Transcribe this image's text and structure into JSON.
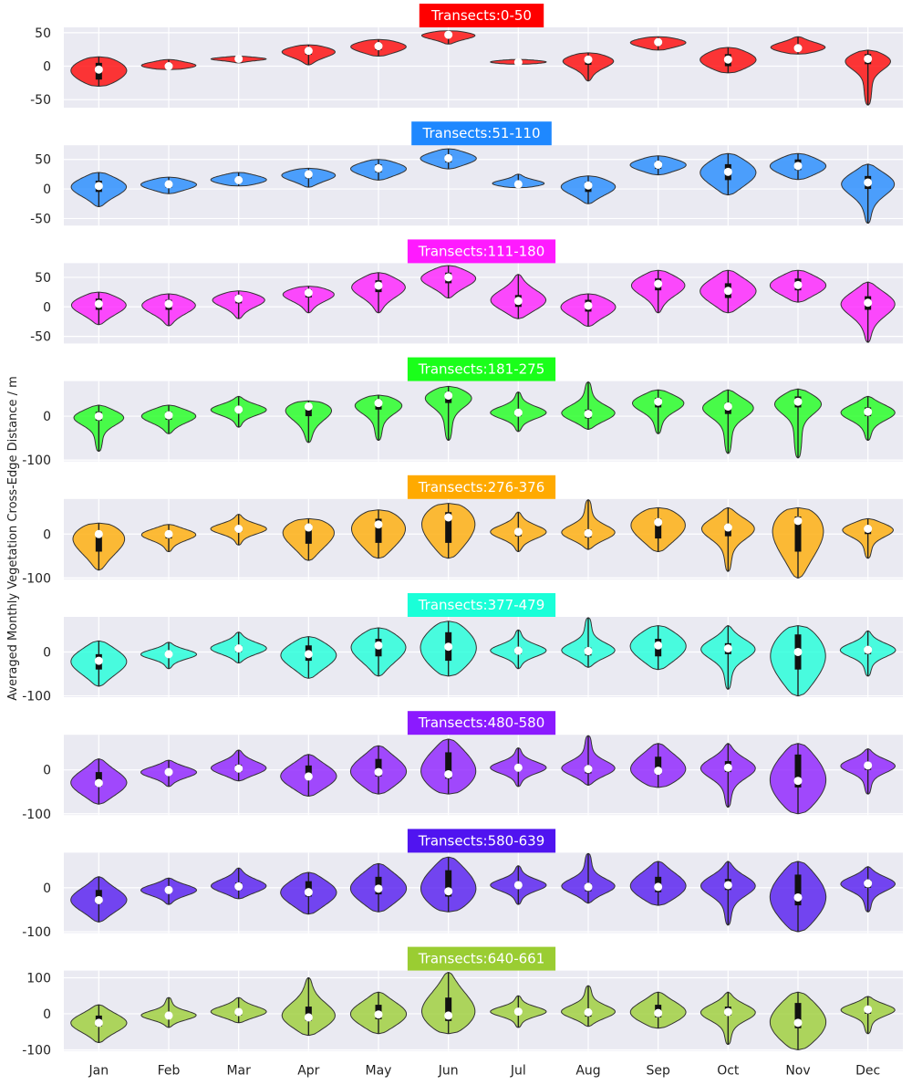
{
  "figure": {
    "ylabel": "Averaged Monthly Vegetation Cross-Edge Distance / m",
    "background": "#eaeaf2",
    "grid_color": "#ffffff"
  },
  "chart_data": {
    "type": "violin",
    "categories": [
      "Jan",
      "Feb",
      "Mar",
      "Apr",
      "May",
      "Jun",
      "Jul",
      "Aug",
      "Sep",
      "Oct",
      "Nov",
      "Dec"
    ],
    "panels": [
      {
        "title": "Transects:0-50",
        "color": "#ff0000",
        "ylim": [
          -62,
          58
        ],
        "yticks": [
          -50,
          0,
          50
        ],
        "series": [
          {
            "min": -30,
            "max": 14,
            "median": -5,
            "q1": -20,
            "q3": 5
          },
          {
            "min": -5,
            "max": 10,
            "median": 0,
            "q1": -2,
            "q3": 5
          },
          {
            "min": 5,
            "max": 15,
            "median": 11,
            "q1": 9,
            "q3": 12
          },
          {
            "min": 2,
            "max": 32,
            "median": 23,
            "q1": 17,
            "q3": 27
          },
          {
            "min": 15,
            "max": 40,
            "median": 30,
            "q1": 24,
            "q3": 35
          },
          {
            "min": 33,
            "max": 53,
            "median": 47,
            "q1": 43,
            "q3": 50
          },
          {
            "min": 3,
            "max": 10,
            "median": 6,
            "q1": 4,
            "q3": 8
          },
          {
            "min": -22,
            "max": 20,
            "median": 10,
            "q1": 2,
            "q3": 14
          },
          {
            "min": 24,
            "max": 44,
            "median": 36,
            "q1": 31,
            "q3": 40
          },
          {
            "min": -10,
            "max": 28,
            "median": 10,
            "q1": 0,
            "q3": 18
          },
          {
            "min": 18,
            "max": 44,
            "median": 27,
            "q1": 23,
            "q3": 32
          },
          {
            "min": -58,
            "max": 24,
            "median": 11,
            "q1": 3,
            "q3": 18
          }
        ]
      },
      {
        "title": "Transects:51-110",
        "color": "#1e88ff",
        "ylim": [
          -62,
          74
        ],
        "yticks": [
          -50,
          0,
          50
        ],
        "series": [
          {
            "min": -30,
            "max": 28,
            "median": 5,
            "q1": -5,
            "q3": 14
          },
          {
            "min": -8,
            "max": 20,
            "median": 8,
            "q1": 2,
            "q3": 13
          },
          {
            "min": 5,
            "max": 28,
            "median": 15,
            "q1": 10,
            "q3": 20
          },
          {
            "min": 3,
            "max": 35,
            "median": 25,
            "q1": 18,
            "q3": 30
          },
          {
            "min": 15,
            "max": 50,
            "median": 35,
            "q1": 28,
            "q3": 42
          },
          {
            "min": 34,
            "max": 68,
            "median": 52,
            "q1": 45,
            "q3": 58
          },
          {
            "min": 2,
            "max": 25,
            "median": 8,
            "q1": 5,
            "q3": 12
          },
          {
            "min": -25,
            "max": 22,
            "median": 6,
            "q1": -5,
            "q3": 12
          },
          {
            "min": 24,
            "max": 56,
            "median": 41,
            "q1": 34,
            "q3": 47
          },
          {
            "min": -10,
            "max": 60,
            "median": 29,
            "q1": 15,
            "q3": 42
          },
          {
            "min": 16,
            "max": 60,
            "median": 39,
            "q1": 32,
            "q3": 50
          },
          {
            "min": -58,
            "max": 42,
            "median": 11,
            "q1": 0,
            "q3": 22
          }
        ]
      },
      {
        "title": "Transects:111-180",
        "color": "#ff1aff",
        "ylim": [
          -62,
          74
        ],
        "yticks": [
          -50,
          0,
          50
        ],
        "series": [
          {
            "min": -30,
            "max": 25,
            "median": 5,
            "q1": -5,
            "q3": 14
          },
          {
            "min": -32,
            "max": 22,
            "median": 5,
            "q1": -5,
            "q3": 12
          },
          {
            "min": -20,
            "max": 27,
            "median": 14,
            "q1": 6,
            "q3": 20
          },
          {
            "min": -10,
            "max": 35,
            "median": 24,
            "q1": 16,
            "q3": 30
          },
          {
            "min": -10,
            "max": 58,
            "median": 36,
            "q1": 25,
            "q3": 45
          },
          {
            "min": 15,
            "max": 70,
            "median": 50,
            "q1": 40,
            "q3": 58
          },
          {
            "min": -20,
            "max": 55,
            "median": 10,
            "q1": 0,
            "q3": 20
          },
          {
            "min": -33,
            "max": 22,
            "median": 2,
            "q1": -8,
            "q3": 12
          },
          {
            "min": -10,
            "max": 62,
            "median": 39,
            "q1": 28,
            "q3": 48
          },
          {
            "min": -10,
            "max": 62,
            "median": 27,
            "q1": 15,
            "q3": 40
          },
          {
            "min": 8,
            "max": 62,
            "median": 37,
            "q1": 28,
            "q3": 48
          },
          {
            "min": -60,
            "max": 42,
            "median": 7,
            "q1": -5,
            "q3": 18
          }
        ]
      },
      {
        "title": "Transects:181-275",
        "color": "#1aff1a",
        "ylim": [
          -103,
          80
        ],
        "yticks": [
          -100,
          0
        ],
        "series": [
          {
            "min": -80,
            "max": 25,
            "median": 0,
            "q1": -10,
            "q3": 10
          },
          {
            "min": -40,
            "max": 25,
            "median": 2,
            "q1": -8,
            "q3": 10
          },
          {
            "min": -25,
            "max": 45,
            "median": 15,
            "q1": 8,
            "q3": 22
          },
          {
            "min": -60,
            "max": 35,
            "median": 22,
            "q1": 0,
            "q3": 28
          },
          {
            "min": -55,
            "max": 48,
            "median": 30,
            "q1": 15,
            "q3": 38
          },
          {
            "min": -55,
            "max": 68,
            "median": 47,
            "q1": 30,
            "q3": 55
          },
          {
            "min": -35,
            "max": 55,
            "median": 8,
            "q1": 0,
            "q3": 15
          },
          {
            "min": -30,
            "max": 78,
            "median": 5,
            "q1": -5,
            "q3": 15
          },
          {
            "min": -40,
            "max": 60,
            "median": 33,
            "q1": 20,
            "q3": 42
          },
          {
            "min": -85,
            "max": 60,
            "median": 22,
            "q1": 5,
            "q3": 30
          },
          {
            "min": -95,
            "max": 62,
            "median": 33,
            "q1": 20,
            "q3": 45
          },
          {
            "min": -55,
            "max": 45,
            "median": 10,
            "q1": 0,
            "q3": 20
          }
        ]
      },
      {
        "title": "Transects:276-376",
        "color": "#ffaa00",
        "ylim": [
          -103,
          80
        ],
        "yticks": [
          -100,
          0
        ],
        "series": [
          {
            "min": -82,
            "max": 25,
            "median": 0,
            "q1": -40,
            "q3": 5
          },
          {
            "min": -40,
            "max": 22,
            "median": 0,
            "q1": -10,
            "q3": 5
          },
          {
            "min": -25,
            "max": 45,
            "median": 12,
            "q1": 5,
            "q3": 18
          },
          {
            "min": -60,
            "max": 35,
            "median": 15,
            "q1": -22,
            "q3": 22
          },
          {
            "min": -55,
            "max": 55,
            "median": 22,
            "q1": -20,
            "q3": 35
          },
          {
            "min": -55,
            "max": 70,
            "median": 38,
            "q1": -20,
            "q3": 50
          },
          {
            "min": -40,
            "max": 50,
            "median": 5,
            "q1": -5,
            "q3": 12
          },
          {
            "min": -35,
            "max": 78,
            "median": 2,
            "q1": -8,
            "q3": 10
          },
          {
            "min": -40,
            "max": 60,
            "median": 27,
            "q1": -10,
            "q3": 35
          },
          {
            "min": -85,
            "max": 60,
            "median": 15,
            "q1": -5,
            "q3": 22
          },
          {
            "min": -100,
            "max": 60,
            "median": 30,
            "q1": -40,
            "q3": 40
          },
          {
            "min": -55,
            "max": 35,
            "median": 12,
            "q1": 0,
            "q3": 18
          }
        ]
      },
      {
        "title": "Transects:377-479",
        "color": "#1affd8",
        "ylim": [
          -103,
          80
        ],
        "yticks": [
          -100,
          0
        ],
        "series": [
          {
            "min": -78,
            "max": 25,
            "median": -20,
            "q1": -40,
            "q3": -5
          },
          {
            "min": -38,
            "max": 22,
            "median": -5,
            "q1": -10,
            "q3": 2
          },
          {
            "min": -25,
            "max": 45,
            "median": 8,
            "q1": 0,
            "q3": 15
          },
          {
            "min": -60,
            "max": 35,
            "median": -5,
            "q1": -20,
            "q3": 15
          },
          {
            "min": -55,
            "max": 55,
            "median": 15,
            "q1": -10,
            "q3": 30
          },
          {
            "min": -55,
            "max": 70,
            "median": 12,
            "q1": -20,
            "q3": 45
          },
          {
            "min": -38,
            "max": 50,
            "median": 3,
            "q1": -5,
            "q3": 10
          },
          {
            "min": -35,
            "max": 78,
            "median": 2,
            "q1": -8,
            "q3": 10
          },
          {
            "min": -40,
            "max": 60,
            "median": 15,
            "q1": -10,
            "q3": 30
          },
          {
            "min": -85,
            "max": 60,
            "median": 8,
            "q1": -5,
            "q3": 20
          },
          {
            "min": -100,
            "max": 60,
            "median": 0,
            "q1": -40,
            "q3": 40
          },
          {
            "min": -55,
            "max": 48,
            "median": 5,
            "q1": -5,
            "q3": 12
          }
        ]
      },
      {
        "title": "Transects:480-580",
        "color": "#8b1aff",
        "ylim": [
          -103,
          80
        ],
        "yticks": [
          -100,
          0
        ],
        "series": [
          {
            "min": -78,
            "max": 25,
            "median": -30,
            "q1": -38,
            "q3": -5
          },
          {
            "min": -38,
            "max": 22,
            "median": -5,
            "q1": -12,
            "q3": 2
          },
          {
            "min": -25,
            "max": 45,
            "median": 3,
            "q1": -5,
            "q3": 12
          },
          {
            "min": -60,
            "max": 35,
            "median": -15,
            "q1": -22,
            "q3": 10
          },
          {
            "min": -55,
            "max": 55,
            "median": -5,
            "q1": -15,
            "q3": 25
          },
          {
            "min": -55,
            "max": 70,
            "median": -10,
            "q1": -20,
            "q3": 40
          },
          {
            "min": -38,
            "max": 50,
            "median": 5,
            "q1": -2,
            "q3": 10
          },
          {
            "min": -35,
            "max": 78,
            "median": 2,
            "q1": -8,
            "q3": 10
          },
          {
            "min": -40,
            "max": 60,
            "median": -2,
            "q1": -10,
            "q3": 30
          },
          {
            "min": -85,
            "max": 60,
            "median": 5,
            "q1": -5,
            "q3": 20
          },
          {
            "min": -100,
            "max": 60,
            "median": -25,
            "q1": -40,
            "q3": 35
          },
          {
            "min": -55,
            "max": 48,
            "median": 10,
            "q1": 0,
            "q3": 15
          }
        ]
      },
      {
        "title": "Transects:580-639",
        "color": "#5014f0",
        "ylim": [
          -103,
          80
        ],
        "yticks": [
          -100,
          0
        ],
        "series": [
          {
            "min": -78,
            "max": 25,
            "median": -28,
            "q1": -36,
            "q3": -5
          },
          {
            "min": -38,
            "max": 22,
            "median": -5,
            "q1": -12,
            "q3": 2
          },
          {
            "min": -25,
            "max": 45,
            "median": 3,
            "q1": -5,
            "q3": 12
          },
          {
            "min": -60,
            "max": 35,
            "median": -10,
            "q1": -20,
            "q3": 15
          },
          {
            "min": -55,
            "max": 55,
            "median": -2,
            "q1": -15,
            "q3": 25
          },
          {
            "min": -55,
            "max": 70,
            "median": -8,
            "q1": -20,
            "q3": 40
          },
          {
            "min": -38,
            "max": 50,
            "median": 6,
            "q1": 0,
            "q3": 12
          },
          {
            "min": -35,
            "max": 78,
            "median": 2,
            "q1": -8,
            "q3": 10
          },
          {
            "min": -40,
            "max": 60,
            "median": 2,
            "q1": -10,
            "q3": 25
          },
          {
            "min": -85,
            "max": 60,
            "median": 6,
            "q1": -5,
            "q3": 20
          },
          {
            "min": -100,
            "max": 60,
            "median": -22,
            "q1": -40,
            "q3": 30
          },
          {
            "min": -55,
            "max": 48,
            "median": 10,
            "q1": 0,
            "q3": 18
          }
        ]
      },
      {
        "title": "Transects:640-661",
        "color": "#9acd32",
        "ylim": [
          -103,
          120
        ],
        "yticks": [
          -100,
          0,
          100
        ],
        "series": [
          {
            "min": -80,
            "max": 25,
            "median": -25,
            "q1": -35,
            "q3": -5
          },
          {
            "min": -38,
            "max": 45,
            "median": -5,
            "q1": -12,
            "q3": 2
          },
          {
            "min": -25,
            "max": 45,
            "median": 5,
            "q1": -5,
            "q3": 12
          },
          {
            "min": -60,
            "max": 100,
            "median": -10,
            "q1": -20,
            "q3": 20
          },
          {
            "min": -55,
            "max": 60,
            "median": -2,
            "q1": -15,
            "q3": 25
          },
          {
            "min": -55,
            "max": 115,
            "median": -5,
            "q1": -20,
            "q3": 45
          },
          {
            "min": -38,
            "max": 50,
            "median": 6,
            "q1": 0,
            "q3": 12
          },
          {
            "min": -35,
            "max": 78,
            "median": 4,
            "q1": -8,
            "q3": 12
          },
          {
            "min": -40,
            "max": 60,
            "median": 2,
            "q1": -10,
            "q3": 25
          },
          {
            "min": -85,
            "max": 60,
            "median": 5,
            "q1": -5,
            "q3": 20
          },
          {
            "min": -100,
            "max": 60,
            "median": -25,
            "q1": -40,
            "q3": 30
          },
          {
            "min": -55,
            "max": 48,
            "median": 12,
            "q1": 0,
            "q3": 18
          }
        ]
      }
    ]
  }
}
